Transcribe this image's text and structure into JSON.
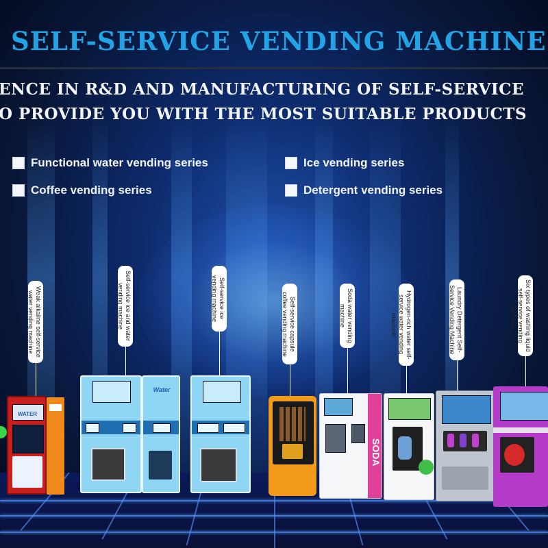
{
  "header": {
    "title": "SELF-SERVICE VENDING MACHINE SERIES",
    "subtitle_line1": "ENCE IN R&D AND MANUFACTURING OF SELF-SERVICE",
    "subtitle_line2": "O PROVIDE YOU WITH THE MOST SUITABLE PRODUCTS"
  },
  "categories": [
    {
      "label": "Functional water vending series"
    },
    {
      "label": "Ice vending series"
    },
    {
      "label": "Coffee vending series"
    },
    {
      "label": "Detergent vending series"
    }
  ],
  "machines": [
    {
      "label": "Weak alkaline self-service water vending machine",
      "screen_text": "WATER"
    },
    {
      "label": "Self-service ice and water vending machine",
      "screen_text": "Water"
    },
    {
      "label": "Self-service ice vending machine",
      "screen_text": ""
    },
    {
      "label": "Self-service capsule coffee vending machine",
      "screen_text": ""
    },
    {
      "label": "Soda water vending machine",
      "screen_text": "SODA"
    },
    {
      "label": "Hydrogen-rich water self-service water vending machine",
      "screen_text": ""
    },
    {
      "label": "Laundry Detergent Self-Service Vending Machine",
      "screen_text": ""
    },
    {
      "label": "Six types of washing liquid self-service vending machine",
      "screen_text": ""
    }
  ],
  "colors": {
    "title": "#21a3e6",
    "text": "#f2f4f8",
    "floor_grid": "#4aa0ff",
    "water_red": "#c8201e",
    "ice_blue": "#7fd0f2",
    "coffee_orange": "#f39a1a",
    "soda_pink": "#e0409a",
    "detergent_magenta": "#b43cc8"
  }
}
